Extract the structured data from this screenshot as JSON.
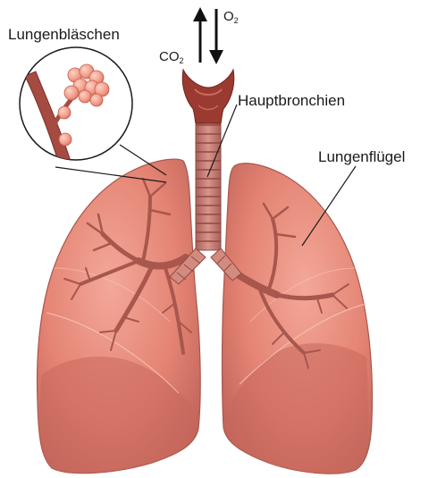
{
  "labels": {
    "alveoli": "Lungenbläschen",
    "bronchi": "Hauptbronchien",
    "lung_lobe": "Lungenflügel",
    "co2": {
      "base": "CO",
      "sub": "2"
    },
    "o2": {
      "base": "O",
      "sub": "2"
    }
  },
  "colors": {
    "lung_fill": "#e98b7b",
    "lung_dark": "#b25a50",
    "lung_shadow": "#a8574d",
    "trachea": "#c07a72",
    "larynx": "#9a3a30",
    "alveolus": "#f4a08e",
    "vessel": "#a04840",
    "leader_line": "#1a1a1a"
  },
  "icons": [
    "arrow-up-icon",
    "arrow-down-icon"
  ]
}
